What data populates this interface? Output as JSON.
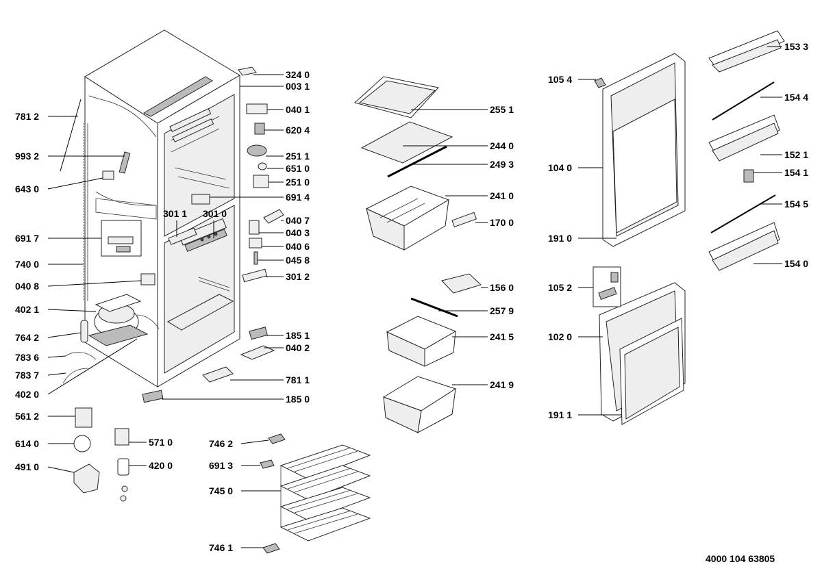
{
  "document_number": "4000 104 63805",
  "labels": [
    "324 0",
    "003 1",
    "040 1",
    "620 4",
    "251 1",
    "651 0",
    "251 0",
    "691 4",
    "040 7",
    "040 3",
    "040 6",
    "045 8",
    "301 1",
    "301 0",
    "301 2",
    "185 1",
    "040 2",
    "781 1",
    "185 0",
    "781 2",
    "993 2",
    "643 0",
    "691 7",
    "740 0",
    "040 8",
    "402 1",
    "764 2",
    "783 6",
    "783 7",
    "402 0",
    "561 2",
    "614 0",
    "571 0",
    "491 0",
    "420 0",
    "746 2",
    "691 3",
    "745 0",
    "746 1",
    "255 1",
    "244 0",
    "249 3",
    "241 0",
    "170 0",
    "156 0",
    "257 9",
    "241 5",
    "241 9",
    "105 4",
    "104 0",
    "191 0",
    "105 2",
    "102 0",
    "191 1",
    "153 3",
    "154 4",
    "152 1",
    "154 1",
    "154 5",
    "154 0"
  ]
}
